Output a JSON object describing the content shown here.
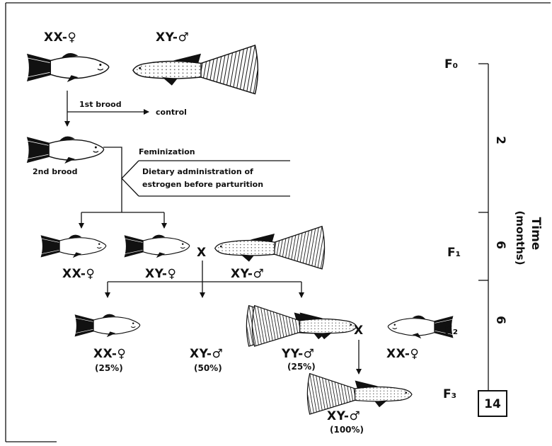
{
  "parents": {
    "female_label": "XX-♀",
    "male_label": "XY-♂"
  },
  "first_brood": {
    "label": "1st brood",
    "control": "control"
  },
  "second_brood": {
    "label": "2nd brood",
    "feminization": "Feminization",
    "treatment_line1": "Dietary administration of",
    "treatment_line2": "estrogen before parturition"
  },
  "f1": {
    "female1": "XX-♀",
    "female2": "XY-♀",
    "cross": "X",
    "male": "XY-♂"
  },
  "f2": {
    "female": "XX-♀",
    "female_pct": "(25%)",
    "male_xy": "XY-♂",
    "male_xy_pct": "(50%)",
    "male_yy": "YY-♂",
    "male_yy_pct": "(25%)",
    "cross": "X",
    "cross_female": "XX-♀"
  },
  "f3": {
    "male": "XY-♂",
    "male_pct": "(100%)"
  },
  "timeline": {
    "f0": "F₀",
    "f1": "F₁",
    "f2": "F₂",
    "f3": "F₃",
    "interval1": "2",
    "interval2": "6",
    "interval3": "6",
    "total": "14",
    "axis_title": "Time",
    "axis_unit": "(months)"
  }
}
